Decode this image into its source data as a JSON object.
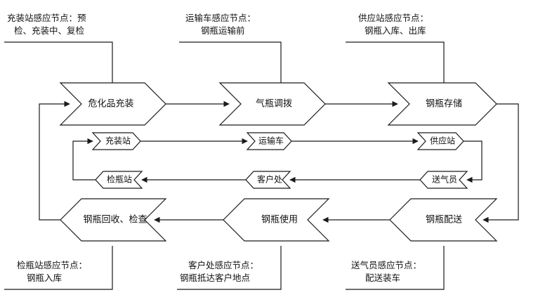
{
  "process": {
    "refill": "危化品充装",
    "dispatch": "气瓶调拨",
    "storage": "钢瓶存储",
    "delivery": "钢瓶配送",
    "use": "钢瓶使用",
    "recycle": "钢瓶回收、检查"
  },
  "stations": {
    "filling": "充装站",
    "truck": "运输车",
    "supply": "供应站",
    "courier": "送气员",
    "customer": "客户处",
    "inspection": "检瓶站"
  },
  "notes": {
    "filling_l1": "充装站感应节点：预",
    "filling_l2": "检、充装中、复检",
    "truck_l1": "运输车感应节点：",
    "truck_l2": "钢瓶运输前",
    "supply_l1": "供应站感应节点：",
    "supply_l2": "钢瓶入库、出库",
    "inspection_l1": "检瓶站感应节点：",
    "inspection_l2": "钢瓶入库",
    "customer_l1": "客户处感应节点：",
    "customer_l2": "钢瓶抵达客户地点",
    "courier_l1": "送气员感应节点：",
    "courier_l2": "配送装车"
  }
}
